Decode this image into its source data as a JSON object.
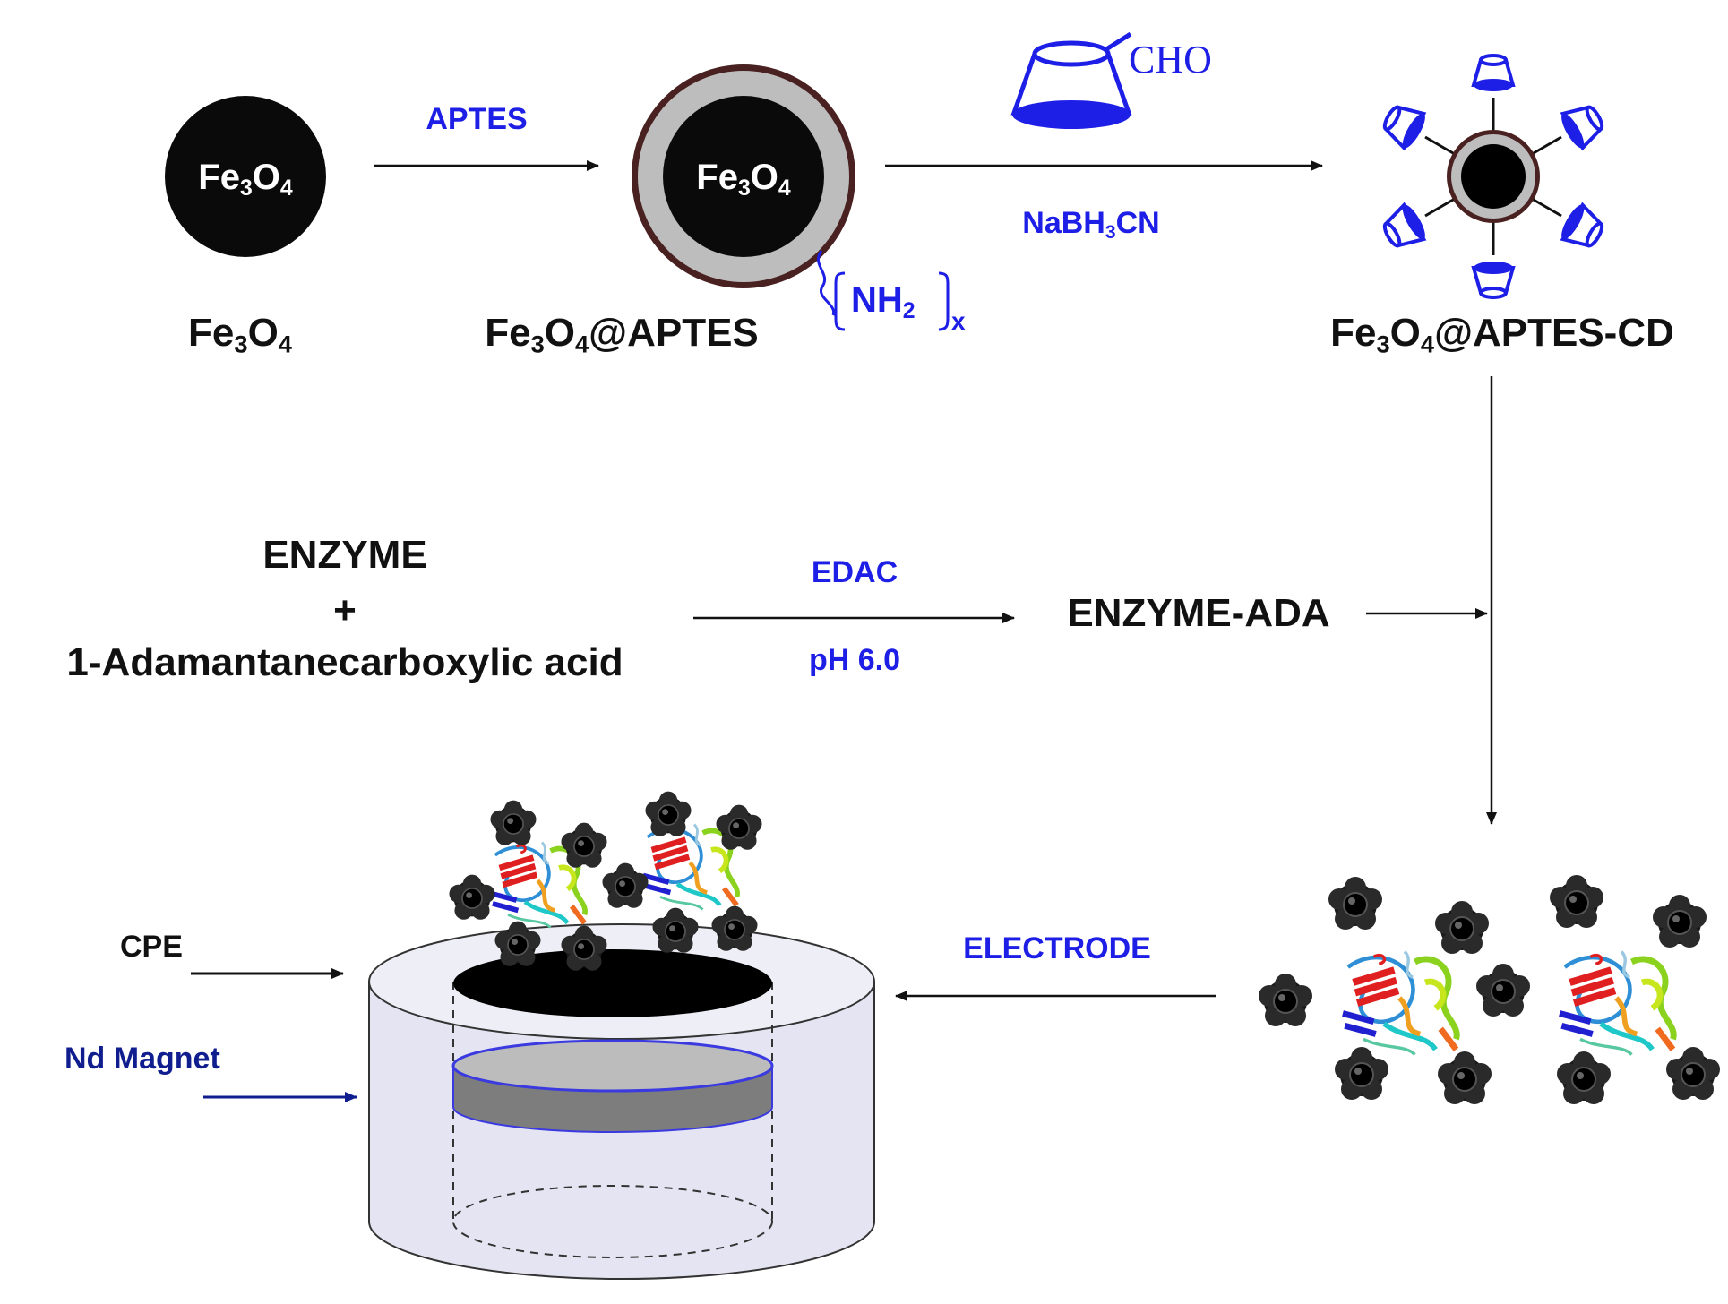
{
  "diagram": {
    "colors": {
      "ink": "#111111",
      "reagent_blue": "#1d1ee6",
      "magnet_label_blue": "#101d8f",
      "shell_gray": "#bdbdbd",
      "shell_rim": "#4a2121",
      "electrode_body": "#e4e4f2",
      "magnet_top": "#bcbcbc",
      "magnet_side": "#7d7d7d"
    },
    "icons": [
      "magnetite-nanoparticle",
      "aptes-coated-nanoparticle",
      "cyclodextrin-cone",
      "cd-functionalized-nanoparticle",
      "enzyme-complex",
      "carbon-paste-electrode"
    ],
    "nanoparticle_core_label": {
      "text": "Fe",
      "sub1": "3",
      "mid": "O",
      "sub2": "4"
    },
    "compounds": {
      "fe3o4": {
        "text": "Fe",
        "sub1": "3",
        "mid": "O",
        "sub2": "4"
      },
      "fe3o4_aptes": {
        "text": "Fe",
        "sub1": "3",
        "mid": "O",
        "sub2": "4",
        "tail": "@APTES"
      },
      "fe3o4_aptes_cd": {
        "text": "Fe",
        "sub1": "3",
        "mid": "O",
        "sub2": "4",
        "tail": "@APTES-CD"
      },
      "amine": {
        "text": "NH",
        "sub": "2",
        "subscript_x": "x"
      },
      "cho": "CHO"
    },
    "reagents": {
      "aptes": "APTES",
      "nabh3cn": {
        "pre": "NaBH",
        "sub": "3",
        "post": "CN"
      },
      "edac": "EDAC",
      "ph": "pH 6.0",
      "electrode": "ELECTRODE"
    },
    "reactants": {
      "enzyme": "ENZYME",
      "plus": "+",
      "acid": "1-Adamantanecarboxylic acid",
      "enzyme_ada": "ENZYME-ADA"
    },
    "electrode_labels": {
      "cpe": "CPE",
      "magnet": "Nd Magnet"
    }
  }
}
